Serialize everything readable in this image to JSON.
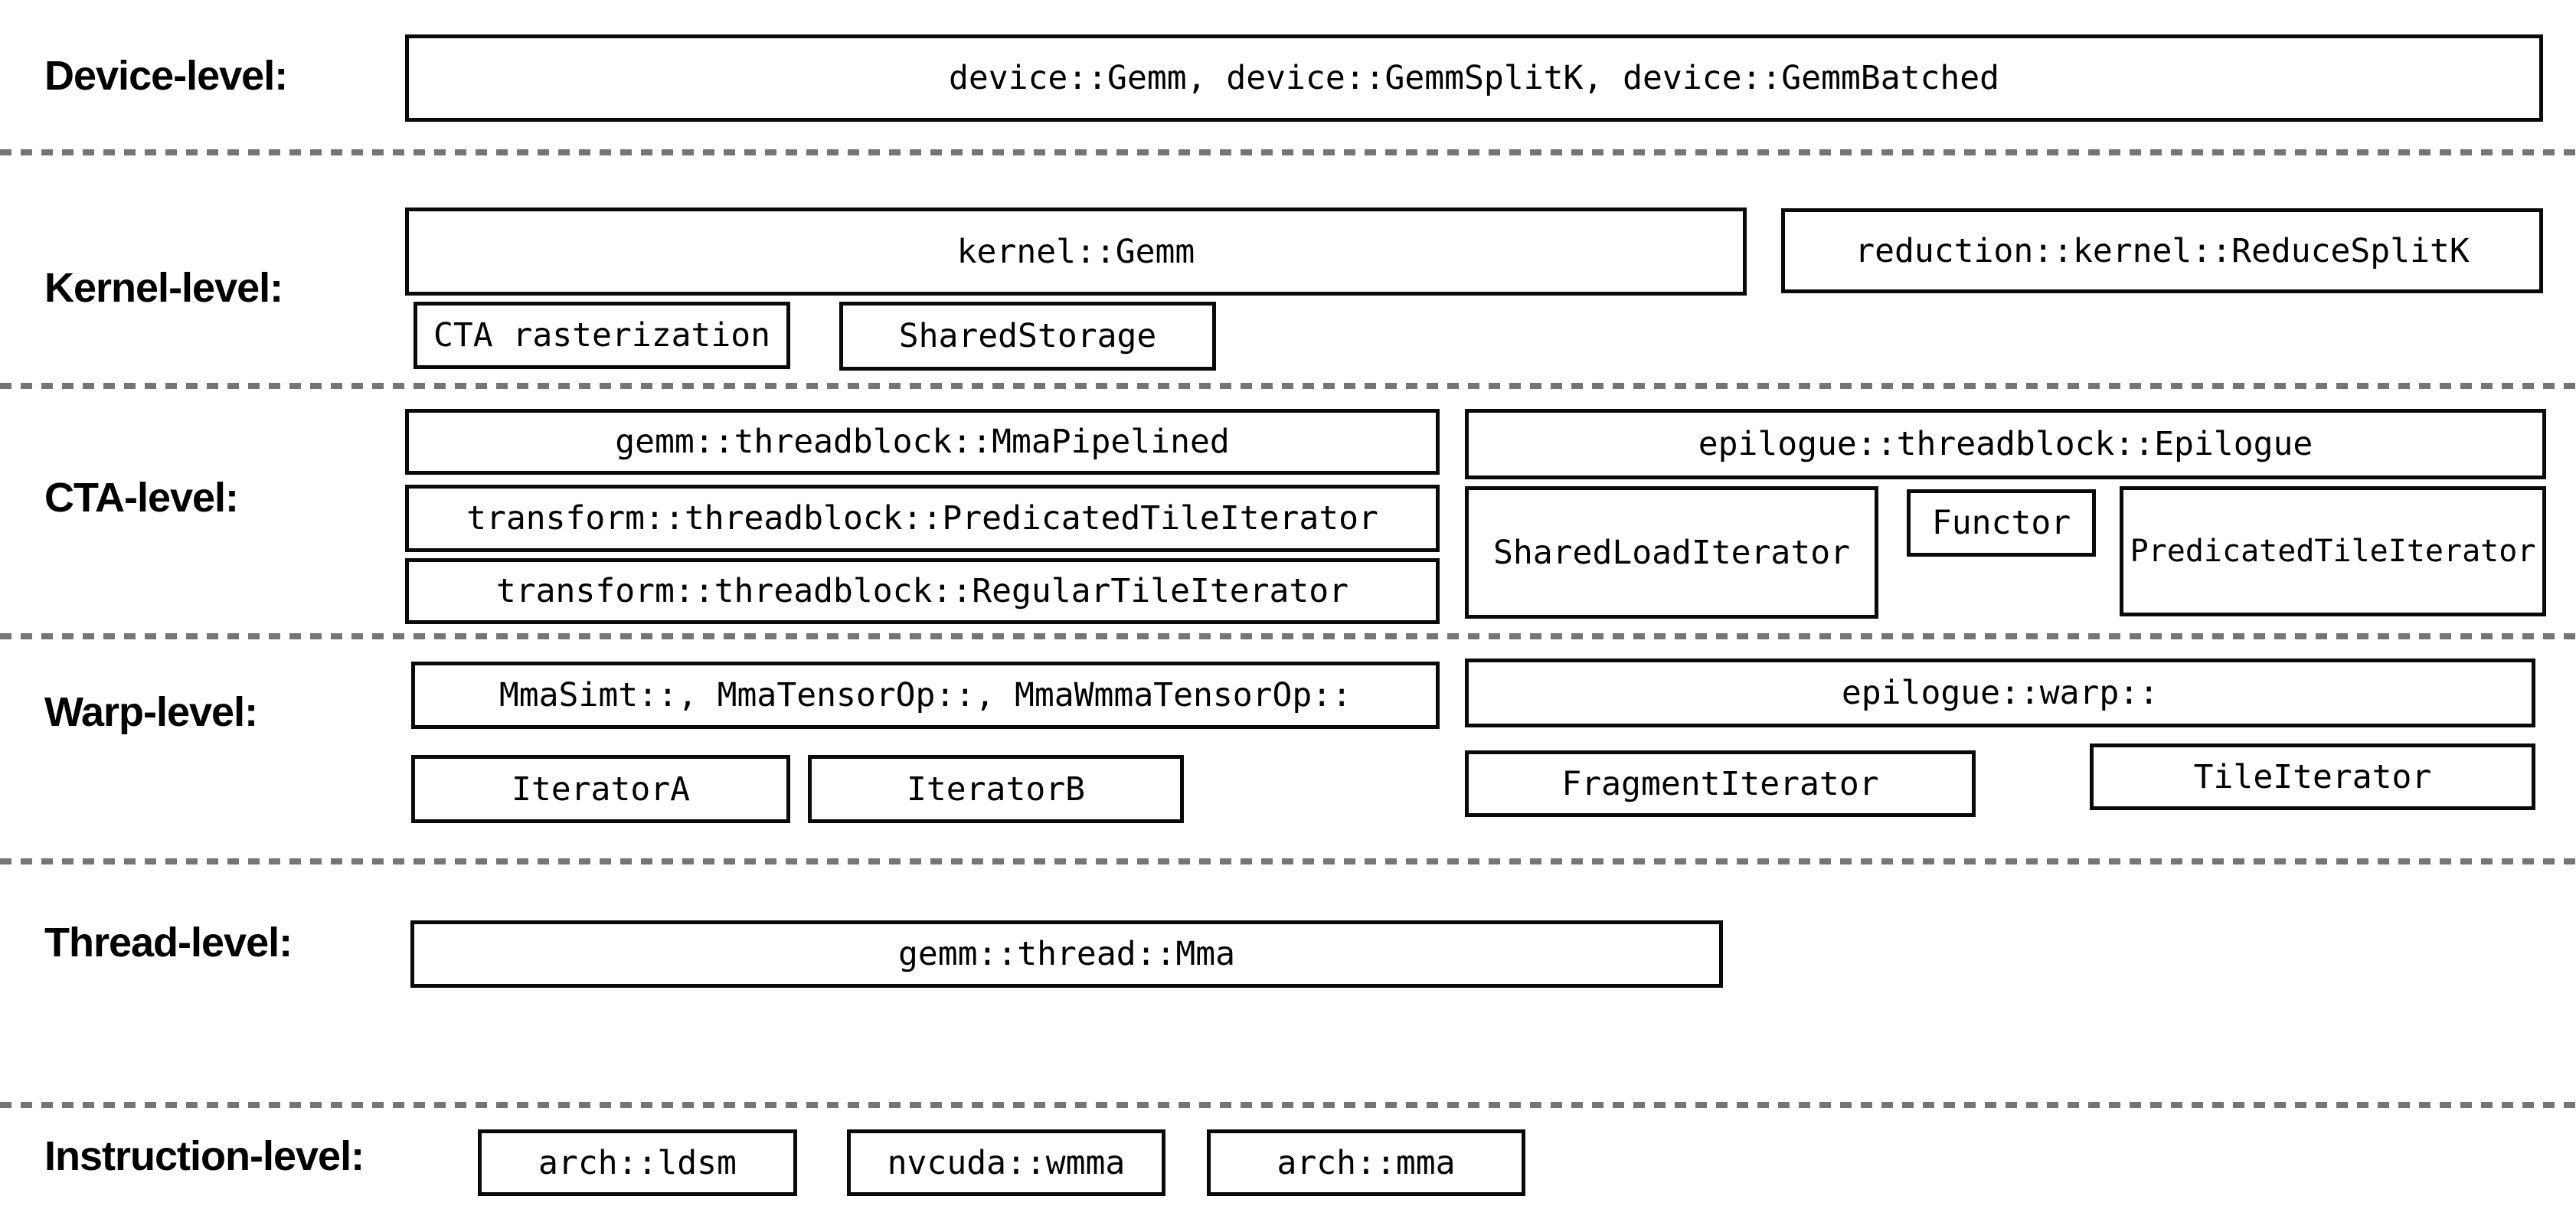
{
  "diagram_title": "software-hierarchy-levels",
  "colors": {
    "background": "#ffffff",
    "box_border": "#0a0a0a",
    "text": "#000000",
    "divider": "#757575"
  },
  "levels": [
    {
      "label": "Device-level:"
    },
    {
      "label": "Kernel-level:"
    },
    {
      "label": "CTA-level:"
    },
    {
      "label": "Warp-level:"
    },
    {
      "label": "Thread-level:"
    },
    {
      "label": "Instruction-level:"
    }
  ],
  "boxes": {
    "device_gemm": "device::Gemm, device::GemmSplitK, device::GemmBatched",
    "kernel_gemm": "kernel::Gemm",
    "reduce_splitk": "reduction::kernel::ReduceSplitK",
    "cta_rasterization": "CTA rasterization",
    "shared_storage": "SharedStorage",
    "mma_pipelined": "gemm::threadblock::MmaPipelined",
    "transform_predicated_tile_iterator": "transform::threadblock::PredicatedTileIterator",
    "transform_regular_tile_iterator": "transform::threadblock::RegularTileIterator",
    "epilogue_threadblock": "epilogue::threadblock::Epilogue",
    "shared_load_iterator": "SharedLoadIterator",
    "functor": "Functor",
    "predicated_tile_iterator": "PredicatedTileIterator",
    "warp_mma": "MmaSimt::, MmaTensorOp::, MmaWmmaTensorOp::",
    "epilogue_warp": "epilogue::warp::",
    "iterator_a": "IteratorA",
    "iterator_b": "IteratorB",
    "fragment_iterator": "FragmentIterator",
    "tile_iterator": "TileIterator",
    "thread_mma": "gemm::thread::Mma",
    "arch_ldsm": "arch::ldsm",
    "nvcuda_wmma": "nvcuda::wmma",
    "arch_mma": "arch::mma"
  }
}
